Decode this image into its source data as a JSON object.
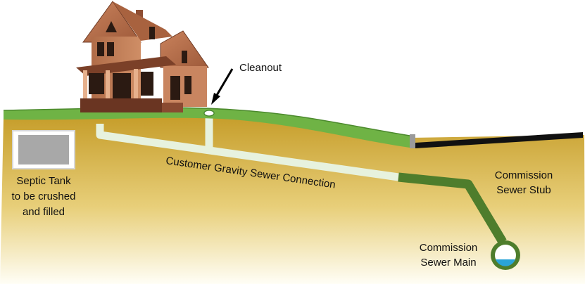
{
  "labels": {
    "cleanout": "Cleanout",
    "septic_line1": "Septic Tank",
    "septic_line2": "to be crushed",
    "septic_line3": "and filled",
    "connection": "Customer Gravity Sewer Connection",
    "stub_line1": "Commission",
    "stub_line2": "Sewer Stub",
    "main_line1": "Commission",
    "main_line2": "Sewer Main"
  },
  "colors": {
    "soil_top": "#c9a22f",
    "soil_bottom": "#fffdf2",
    "grass": "#6fb345",
    "grass_dark": "#4c8a2d",
    "customer_pipe": "#e6f2dc",
    "commission_pipe": "#4e7d2c",
    "house_wall": "#c07a54",
    "house_roof": "#b46b48",
    "house_dark": "#3a2218",
    "road": "#111111",
    "water": "#2aa4d8"
  }
}
